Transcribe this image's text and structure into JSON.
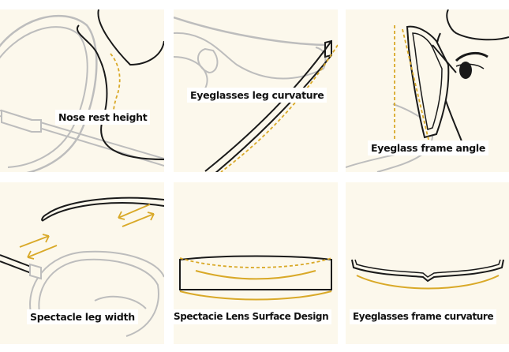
{
  "panels": [
    {
      "id": "nose-rest-height",
      "label": "Nose rest height"
    },
    {
      "id": "eyeglasses-leg-curvature",
      "label": "Eyeglasses leg curvature"
    },
    {
      "id": "eyeglass-frame-angle",
      "label": "Eyeglass frame angle"
    },
    {
      "id": "spectacle-leg-width",
      "label": "Spectacle leg width"
    },
    {
      "id": "spectacle-lens-surface-design",
      "label": "Spectacie Lens Surface Design"
    },
    {
      "id": "eyeglasses-frame-curvature",
      "label": "Eyeglasses frame curvature"
    }
  ],
  "colors": {
    "panel_background": "#fcf8ec",
    "line_dark": "#1a1a1a",
    "line_gray": "#bdbdbd",
    "accent_gold": "#d9a928"
  }
}
